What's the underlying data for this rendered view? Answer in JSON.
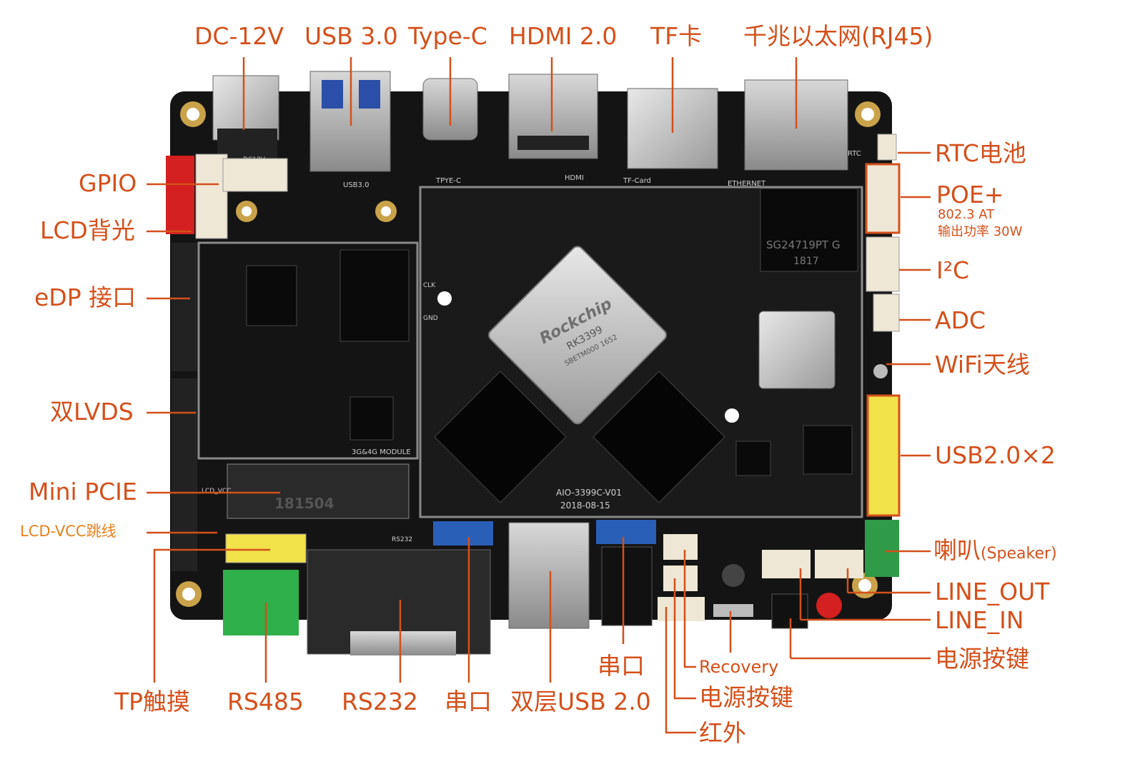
{
  "diagram": {
    "accent_color": "#d4501b",
    "board_color": "#111111",
    "board_silk": {
      "soc_brand": "Rockchip",
      "soc_model": "RK3399",
      "soc_code": "SBETM000 1652",
      "pcie_card": "181504",
      "module_label": "3G&4G MODULE",
      "board_name": "AIO-3399C-V01",
      "board_date": "2018-08-15",
      "usb3_silk": "USB3.0",
      "typec_silk": "TPYE-C",
      "hdmi_silk": "HDMI",
      "tf_silk": "TF-Card",
      "eth_silk": "ETHERNET",
      "rtc_silk": "RTC",
      "poe_chip": "SG24719PT G",
      "poe_chip_code": "1817",
      "rs232_silk": "RS232",
      "lcd_vcc_silk": "LCD_VCC",
      "dc_silk": "DC12V",
      "clk_silk": "CLK",
      "gnd_silk": "GND"
    },
    "top_labels": {
      "dc12v": "DC-12V",
      "usb30": "USB 3.0",
      "typec": "Type-C",
      "hdmi": "HDMI 2.0",
      "tf": "TF卡",
      "ethernet": "千兆以太网(RJ45)"
    },
    "left_labels": {
      "gpio": "GPIO",
      "lcd_backlight": "LCD背光",
      "edp": "eDP 接口",
      "dual_lvds": "双LVDS",
      "mini_pcie": "Mini PCIE",
      "lcd_vcc": "LCD-VCC跳线"
    },
    "right_labels": {
      "rtc": "RTC电池",
      "poe": "POE+",
      "poe_note1": "802.3 AT",
      "poe_note2": "输出功率 30W",
      "i2c": "I²C",
      "adc": "ADC",
      "wifi": "WiFi天线",
      "usb20x2": "USB2.0×2",
      "speaker": "喇叭",
      "speaker_en": "(Speaker)",
      "line_out": "LINE_OUT",
      "line_in": "LINE_IN",
      "power_key_right": "电源按键"
    },
    "bottom_labels": {
      "tp_touch": "TP触摸",
      "rs485": "RS485",
      "rs232": "RS232",
      "serial_a": "串口",
      "dual_usb20": "双层USB 2.0",
      "serial_b": "串口",
      "recovery": "Recovery",
      "power_key": "电源按键",
      "infrared": "红外"
    }
  }
}
